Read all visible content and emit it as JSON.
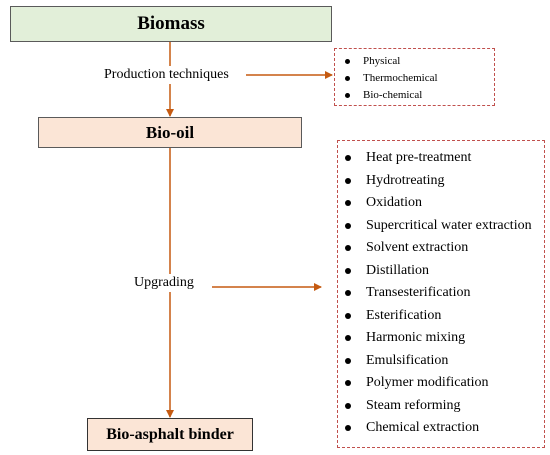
{
  "nodes": {
    "biomass": "Biomass",
    "bio_oil": "Bio-oil",
    "bio_asphalt_binder": "Bio-asphalt binder"
  },
  "edges": {
    "production_label": "Production techniques",
    "upgrading_label": "Upgrading"
  },
  "production_techniques": [
    "Physical",
    "Thermochemical",
    "Bio-chemical"
  ],
  "upgrading_methods": [
    "Heat pre-treatment",
    "Hydrotreating",
    "Oxidation",
    "Supercritical water extraction",
    "Solvent extraction",
    "Distillation",
    "Transesterification",
    "Esterification",
    "Harmonic mixing",
    "Emulsification",
    "Polymer modification",
    "Steam reforming",
    "Chemical extraction"
  ],
  "colors": {
    "arrow": "#c55a11",
    "dashed_border": "#c0504d",
    "biomass_fill": "#e2efd9",
    "bio_oil_fill": "#fbe5d6"
  }
}
